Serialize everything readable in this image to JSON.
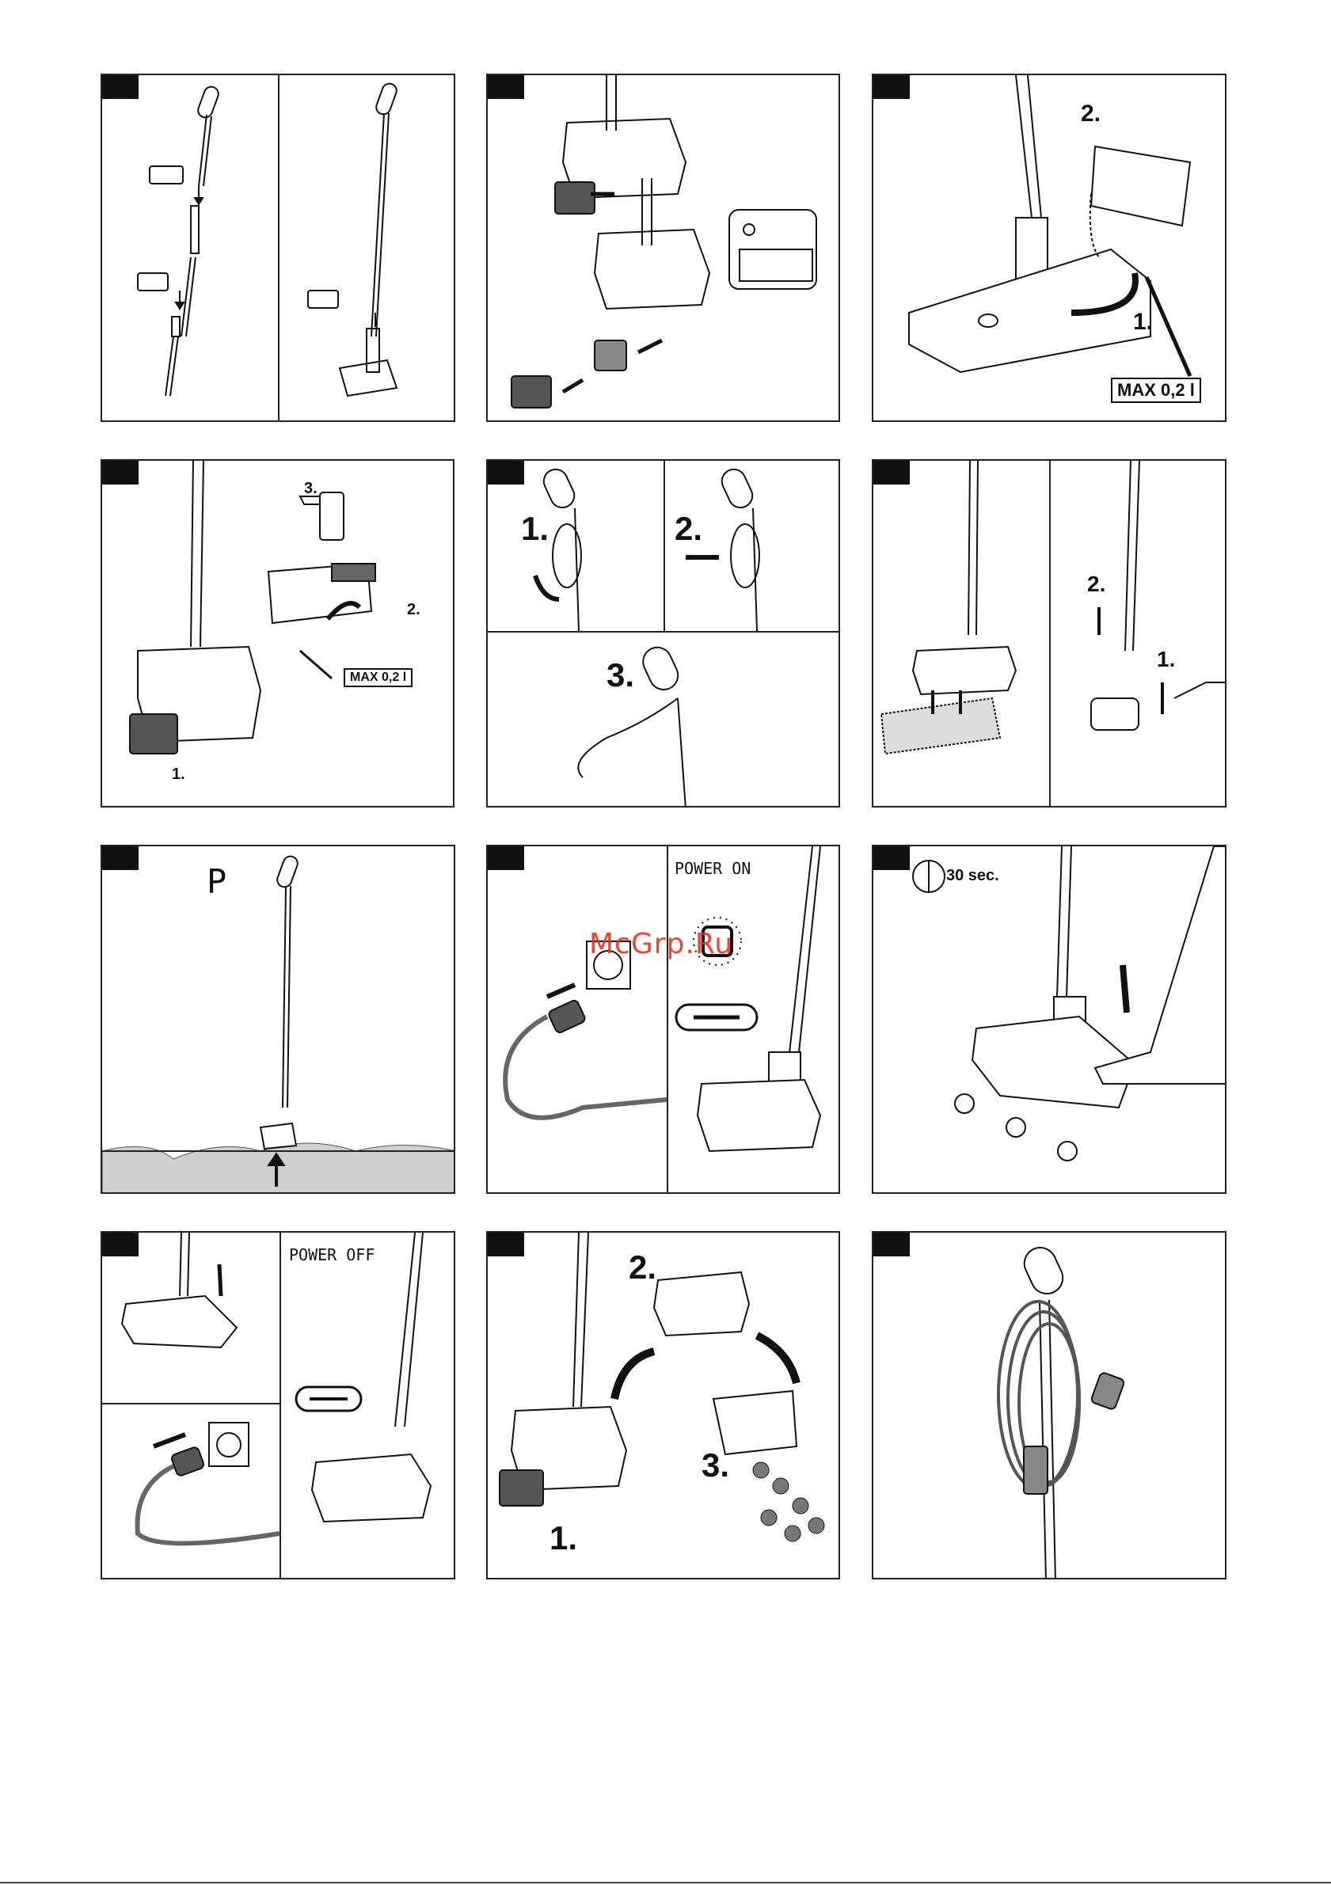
{
  "watermark": {
    "text": "McGrp.Ru",
    "color": "#e0361f"
  },
  "panels": {
    "p1": {
      "icons": [
        "handle-icon",
        "speech-bubble-icon",
        "tube-icon"
      ]
    },
    "p2": {
      "icons": [
        "mop-base-icon",
        "cartridge-icon",
        "label-card-icon"
      ]
    },
    "p3": {
      "step1": "1.",
      "step2": "2.",
      "max": "MAX 0,2 l"
    },
    "p4": {
      "step1": "1.",
      "step2": "2.",
      "step3": "3.",
      "max": "MAX 0,2 l"
    },
    "p5": {
      "step1": "1.",
      "step2": "2.",
      "step3": "3."
    },
    "p6": {
      "step1": "1.",
      "step2": "2."
    },
    "p7": {
      "mode": "P"
    },
    "p8": {
      "power": "POWER ON"
    },
    "p9": {
      "timer": "30 sec."
    },
    "p10": {
      "power": "POWER OFF"
    },
    "p11": {
      "step1": "1.",
      "step2": "2.",
      "step3": "3."
    },
    "p12": {
      "icons": [
        "cord-storage-icon"
      ]
    }
  },
  "colors": {
    "ink": "#111111",
    "frame": "#222222",
    "floor": "#cfcfcf",
    "accent": "#e0361f"
  }
}
